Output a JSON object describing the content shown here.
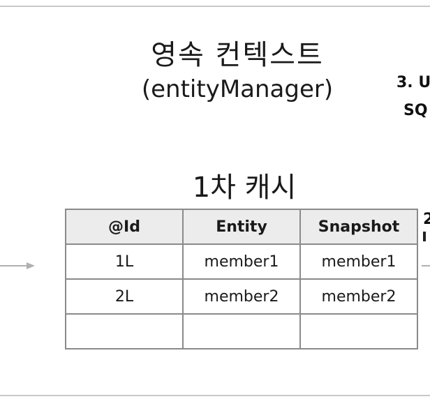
{
  "context": {
    "title": "영속 컨텍스트",
    "subtitle": "(entityManager)"
  },
  "side_labels": {
    "line1": "3. U",
    "line2": "SQ",
    "step2_number": "2"
  },
  "cache": {
    "title": "1차 캐시",
    "columns": [
      "@Id",
      "Entity",
      "Snapshot"
    ],
    "rows": [
      [
        "1L",
        "member1",
        "member1"
      ],
      [
        "2L",
        "member2",
        "member2"
      ],
      [
        "",
        "",
        ""
      ]
    ]
  },
  "colors": {
    "border": "#8a8a8a",
    "header_bg": "#ececec",
    "arrow": "#b0b0b0"
  }
}
